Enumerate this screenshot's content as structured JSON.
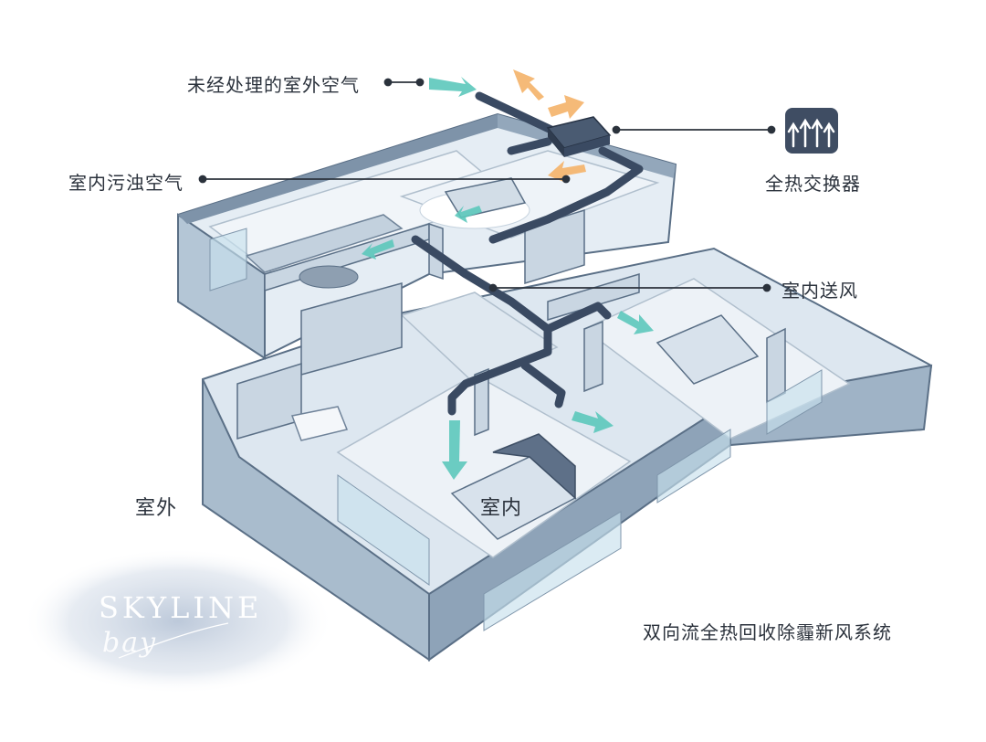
{
  "labels": {
    "untreated_air": "未经处理的室外空气",
    "indoor_dirty_air": "室内污浊空气",
    "heat_exchanger": "全热交换器",
    "indoor_supply": "室内送风",
    "outdoor": "室外",
    "indoor": "室内",
    "system_name": "双向流全热回收除霾新风系统"
  },
  "logo": {
    "main": "SKYLINE",
    "script": "bay"
  },
  "colors": {
    "wall": "#c9d6e2",
    "wall_dark": "#8ea3b8",
    "outline": "#5a6f86",
    "floor": "#e7eef5",
    "duct": "#3a4a62",
    "fresh_arrow": "#5cc8bb",
    "exhaust_arrow": "#f5b36a",
    "leader": "#2b323c"
  },
  "icons": {
    "heat_exchanger": "heat-exchanger-icon"
  }
}
